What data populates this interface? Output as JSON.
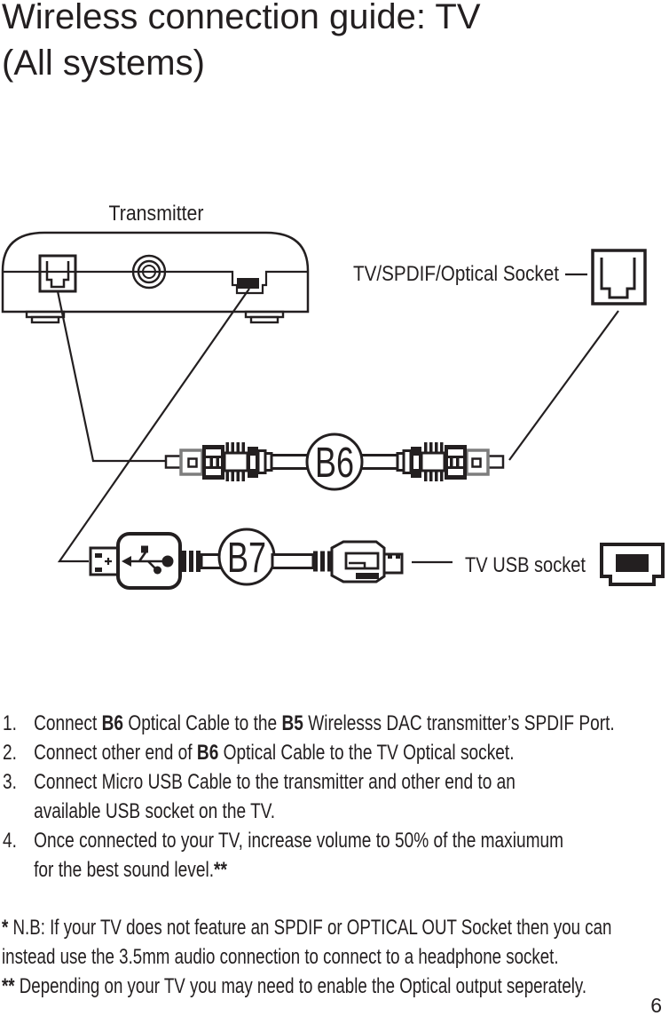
{
  "page": {
    "title_line1": "Wireless connection guide: TV",
    "title_line2": "(All systems)",
    "page_number": "6"
  },
  "diagram": {
    "transmitter_label": "Transmitter",
    "optical_socket_label": "TV/SPDIF/Optical Socket",
    "usb_socket_label": "TV USB socket",
    "cable_b6_label": "B6",
    "cable_b7_label": "B7"
  },
  "instructions": {
    "item1": {
      "num": "1.",
      "p1": "Connect ",
      "b1": "B6",
      "p2": " Optical Cable to the ",
      "b2": "B5",
      "p3": " Wirelesss DAC transmitter’s SPDIF Port."
    },
    "item2": {
      "num": "2.",
      "p1": "Connect other end of ",
      "b1": "B6",
      "p2": " Optical Cable to the TV Optical socket."
    },
    "item3": {
      "num": "3.",
      "line1": "Connect Micro USB Cable to the transmitter and other end to an",
      "line2": "available USB socket on the TV."
    },
    "item4": {
      "num": "4.",
      "line1": "Once connected to your TV, increase volume to 50% of the maxiumum",
      "line2_p1": "for the best sound level.",
      "line2_b1": "**"
    }
  },
  "footnotes": {
    "fn1": {
      "star": "*",
      "line1": " N.B: If your TV does not feature an SPDIF or OPTICAL OUT Socket then you can",
      "line2": "instead use the 3.5mm audio connection to connect to a headphone socket."
    },
    "fn2": {
      "star": "**",
      "line1": " Depending on your TV you may need to enable the Optical output seperately."
    }
  },
  "colors": {
    "ink": "#231f20",
    "connector_gray": "#7d7d7d"
  }
}
